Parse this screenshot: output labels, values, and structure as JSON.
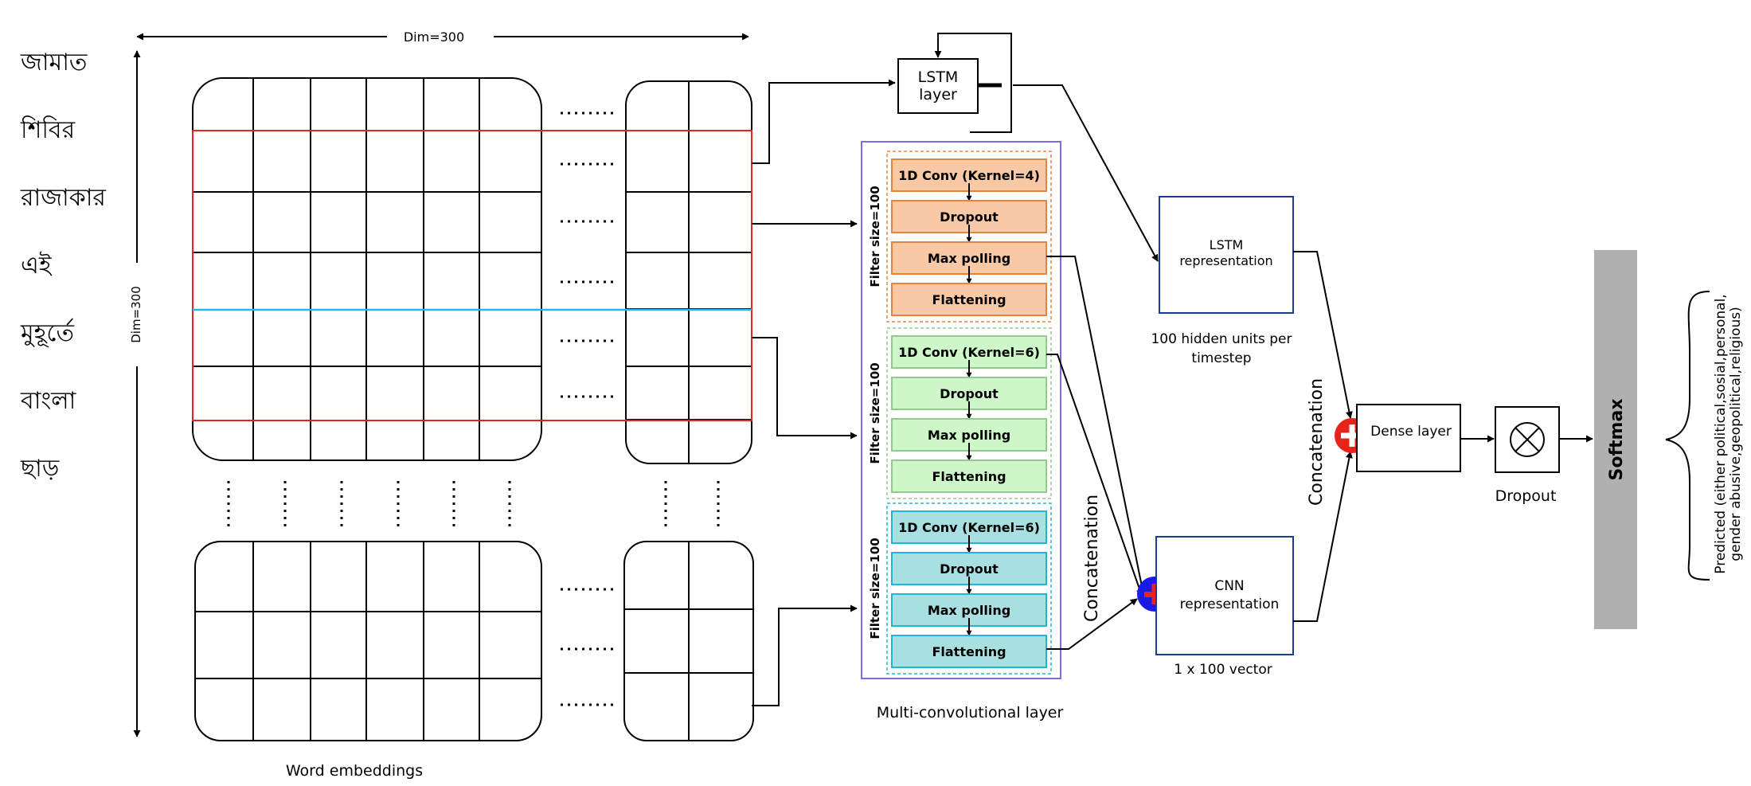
{
  "bangla_words": [
    "জামাত",
    "শিবির",
    "রাজাকার",
    "এই",
    "মুহূর্তে",
    "বাংলা",
    "ছাড়"
  ],
  "embeddings": {
    "dim_horizontal": "Dim=300",
    "dim_vertical": "Dim=300",
    "caption": "Word embeddings"
  },
  "lstm": {
    "layer_line1": "LSTM",
    "layer_line2": "layer",
    "repr_line1": "LSTM",
    "repr_line2": "representation",
    "note_line1": "100 hidden units per",
    "note_line2": "timestep"
  },
  "cnn_blocks": [
    {
      "filter_label": "Filter size=100",
      "conv": "1D Conv (Kernel=4)",
      "dropout": "Dropout",
      "pool": "Max polling",
      "flatten": "Flattening",
      "fill": "#f9c8a4",
      "stroke": "#e8833a"
    },
    {
      "filter_label": "Filter size=100",
      "conv": "1D Conv (Kernel=6)",
      "dropout": "Dropout",
      "pool": "Max polling",
      "flatten": "Flattening",
      "fill": "#cdf7c8",
      "stroke": "#93c98d"
    },
    {
      "filter_label": "Filter size=100",
      "conv": "1D Conv (Kernel=6)",
      "dropout": "Dropout",
      "pool": "Max polling",
      "flatten": "Flattening",
      "fill": "#a8dfe0",
      "stroke": "#1fb5d6"
    }
  ],
  "multi_conv_caption": "Multi-convolutional layer",
  "concat_label_1": "Concatenation",
  "concat_label_2": "Concatenation",
  "cnn_repr": {
    "line1": "CNN",
    "line2": "representation",
    "note": "1 x 100 vector"
  },
  "dense_layer": "Dense layer",
  "dropout_label": "Dropout",
  "softmax": "Softmax",
  "prediction_line1": "Predicted (either political,sosial,personal,",
  "prediction_line2": "gender abusive,geopolitical,religious)",
  "colors": {
    "red_row": "#e8231a",
    "cyan_row": "#29b6e6",
    "outer_box": "#7b68ee",
    "repr_box": "#1a3d8f",
    "plus_red": "#e8231a",
    "plus_blue": "#1a1ae6",
    "softmax_bar": "#b0b0b0"
  }
}
